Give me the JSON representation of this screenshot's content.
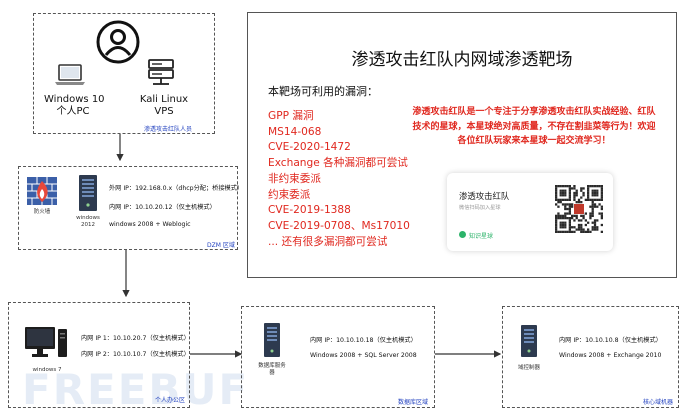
{
  "diagram": {
    "attacker_zone": {
      "label": "渗透攻击红队人员",
      "windows_label": "Windows 10",
      "windows_sub": "个人PC",
      "kali_label": "Kali Linux",
      "kali_sub": "VPS"
    },
    "dmz_zone": {
      "label": "DZM 区域",
      "firewall_label": "防火墙",
      "server_label_1": "windows",
      "server_label_2": "2012",
      "ext_ip": "外网 IP：192.168.0.x（dhcp分配；桥接模式）",
      "int_ip": "内网 IP：10.10.20.12（仅主机模式）",
      "os": "windows 2008 + Weblogic"
    },
    "office_zone": {
      "label": "个人办公区",
      "pc_label": "windows 7",
      "ip1": "内网 IP 1：10.10.20.7（仅主机模式）",
      "ip2": "内网 IP 2：10.10.10.7（仅主机模式）"
    },
    "db_zone": {
      "label": "数据库区域",
      "server_label_1": "数据库服务",
      "server_label_2": "器",
      "ip": "内网 IP：10.10.10.18（仅主机模式）",
      "os": "Windows 2008 + SQL Server 2008"
    },
    "core_zone": {
      "label": "核心域机器",
      "server_label": "域控制器",
      "ip": "内网 IP：10.10.10.8（仅主机模式）",
      "os": "Windows 2008 + Exchange 2010"
    },
    "panel": {
      "title": "渗透攻击红队内网域渗透靶场",
      "vuln_header": "本靶场可利用的漏洞：",
      "vulns": [
        "GPP 漏洞",
        "MS14-068",
        "CVE-2020-1472",
        "Exchange 各种漏洞都可尝试",
        "非约束委派",
        "约束委派",
        "CVE-2019-1388",
        "CVE-2019-0708、Ms17010",
        "... 还有很多漏洞都可尝试"
      ],
      "promo": "渗透攻击红队是一个专注于分享渗透攻击红队实战经验、红队技术的星球，本星球绝对高质量，不存在割韭菜等行为！欢迎各位红队玩家来本星球一起交流学习！",
      "qr_title": "渗透攻击红队",
      "qr_sub": "微信扫码加入星球",
      "qr_brand": "知识星球"
    },
    "watermark": "FREEBUF",
    "colors": {
      "zone_label": "#1f3fbf",
      "vuln_text": "#e0281f",
      "brand_green": "#2cb36a",
      "firewall_red": "#e8483b",
      "firewall_blue": "#3b5fa8"
    }
  }
}
